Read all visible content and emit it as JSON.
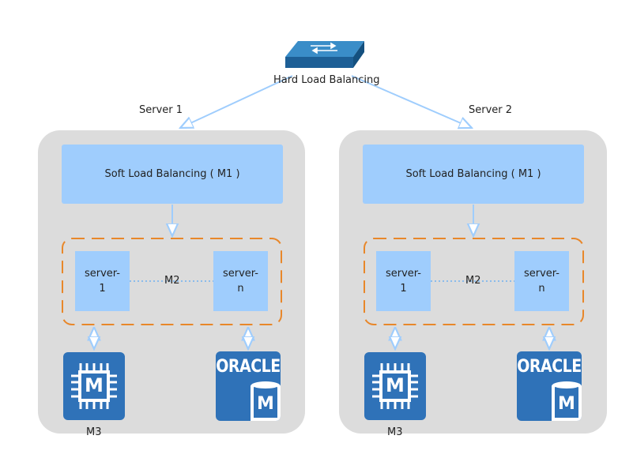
{
  "switch": {
    "label": "Hard Load Balancing",
    "icon": "network-switch-icon"
  },
  "servers": [
    {
      "name": "Server 1",
      "soft_lb": "Soft Load Balancing ( M1 )",
      "cluster_label": "M2",
      "node_first": {
        "line1": "server-",
        "line2": "1"
      },
      "node_last": {
        "line1": "server-",
        "line2": "n"
      },
      "chip_label": "M3",
      "chip_icon_text": "M",
      "db_text": "ORACLE",
      "db_badge": "M"
    },
    {
      "name": "Server 2",
      "soft_lb": "Soft Load Balancing ( M1 )",
      "cluster_label": "M2",
      "node_first": {
        "line1": "server-",
        "line2": "1"
      },
      "node_last": {
        "line1": "server-",
        "line2": "n"
      },
      "chip_label": "M3",
      "chip_icon_text": "M",
      "db_text": "ORACLE",
      "db_badge": "M"
    }
  ],
  "colors": {
    "panel": "#dcdcdc",
    "box": "#9fcdfd",
    "connector": "#9fcdfd",
    "cluster_border": "#e8872a",
    "icon": "#2f72b8"
  }
}
